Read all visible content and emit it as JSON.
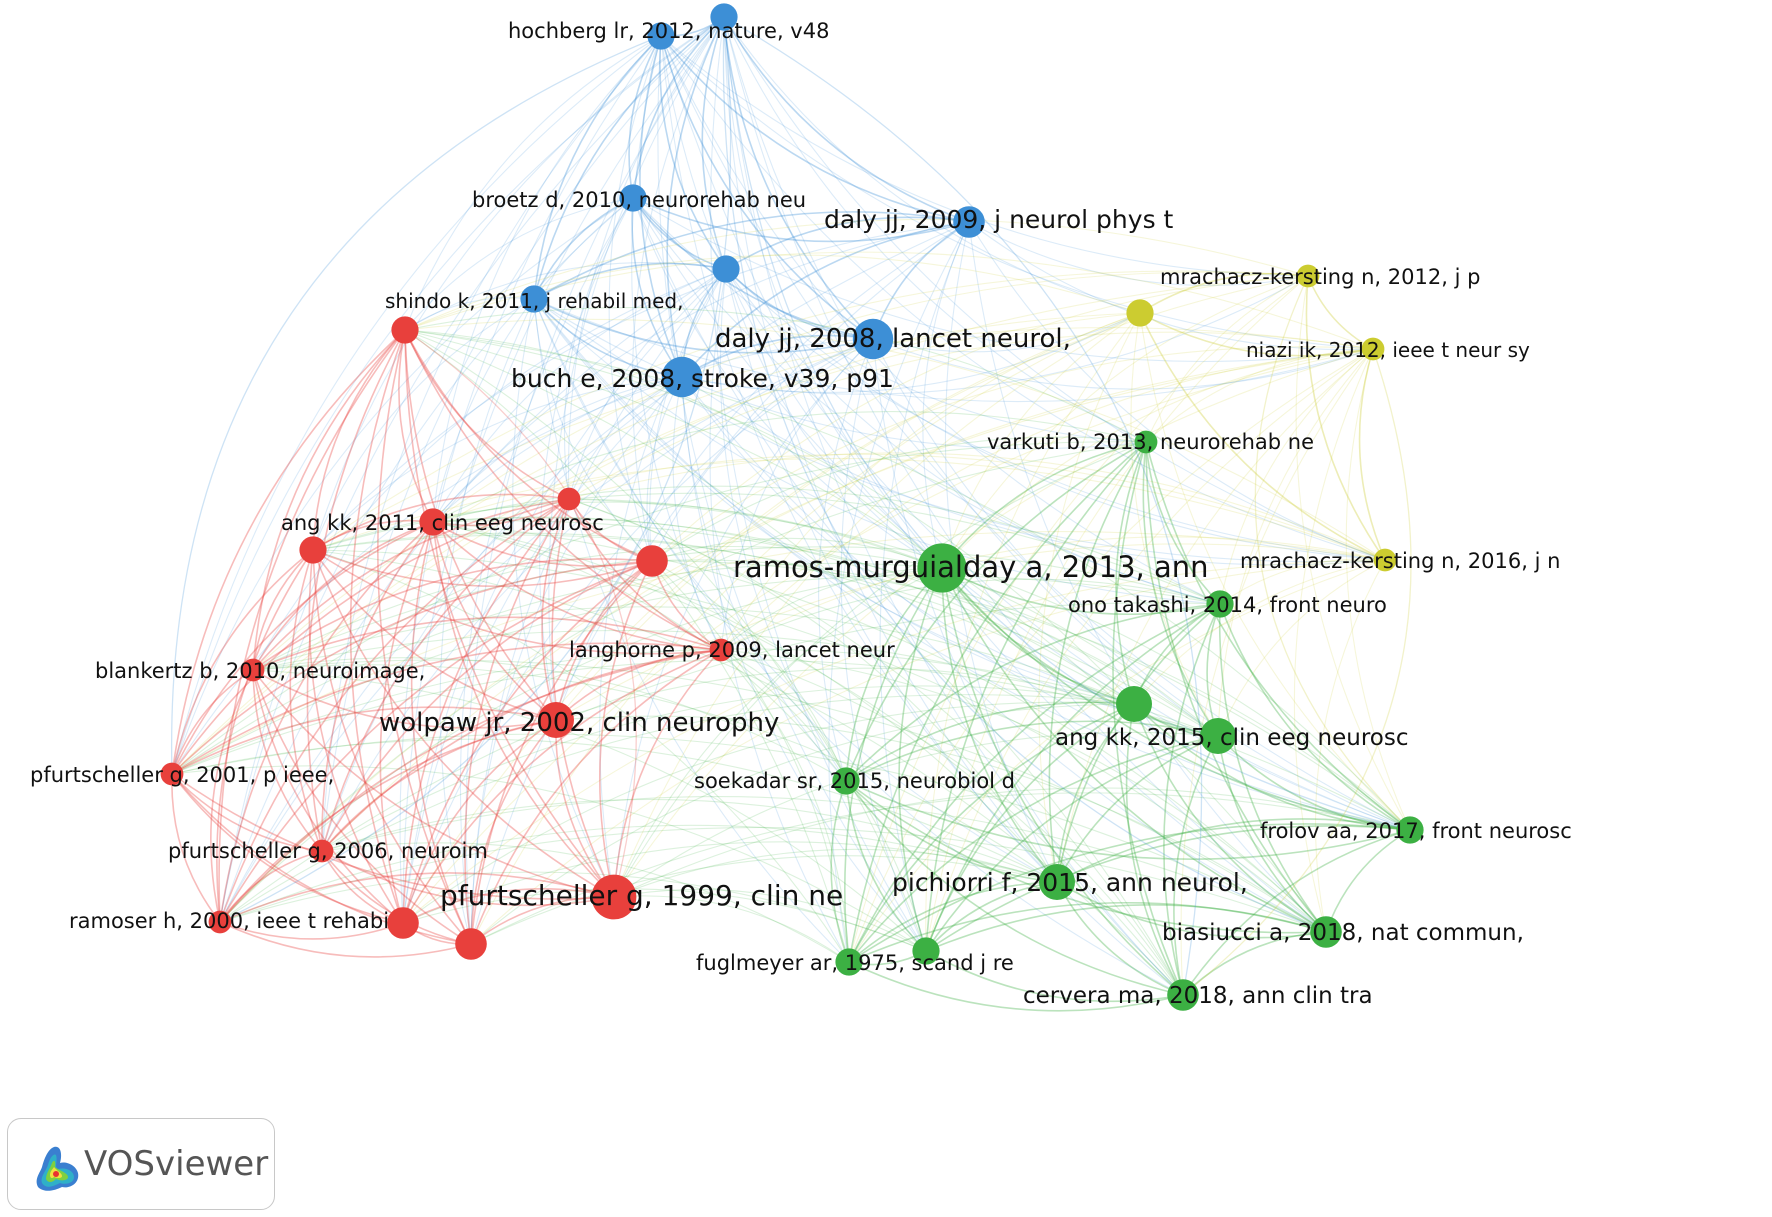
{
  "colors": {
    "red": "#e8403c",
    "green": "#3cb043",
    "blue": "#3d8fd6",
    "yellow": "#cccc30"
  },
  "brand": {
    "name": "VOSviewer",
    "icon": "vosviewer-density-logo-icon"
  },
  "nodes": [
    {
      "id": "hochberg",
      "label": "hochberg lr, 2012, nature, v48",
      "cluster": "blue",
      "weight": 3
    },
    {
      "id": "hochberg2",
      "label": "",
      "cluster": "blue",
      "weight": 3
    },
    {
      "id": "broetz",
      "label": "broetz d, 2010, neurorehab neu",
      "cluster": "blue",
      "weight": 3
    },
    {
      "id": "daly2009",
      "label": "daly jj, 2009, j neurol phys t",
      "cluster": "blue",
      "weight": 4
    },
    {
      "id": "bluemid",
      "label": "",
      "cluster": "blue",
      "weight": 3
    },
    {
      "id": "shindo",
      "label": "shindo k, 2011, j rehabil med,",
      "cluster": "blue",
      "weight": 3
    },
    {
      "id": "daly2008",
      "label": "daly jj, 2008, lancet neurol,",
      "cluster": "blue",
      "weight": 6
    },
    {
      "id": "buch",
      "label": "buch e, 2008, stroke, v39, p91",
      "cluster": "blue",
      "weight": 6
    },
    {
      "id": "mrachacz2012",
      "label": "mrachacz-kersting n, 2012, j p",
      "cluster": "yellow",
      "weight": 2
    },
    {
      "id": "yellowmid",
      "label": "",
      "cluster": "yellow",
      "weight": 3
    },
    {
      "id": "niazi",
      "label": "niazi ik, 2012, ieee t neur sy",
      "cluster": "yellow",
      "weight": 2
    },
    {
      "id": "mrachacz2016",
      "label": "mrachacz-kersting n, 2016, j n",
      "cluster": "yellow",
      "weight": 2
    },
    {
      "id": "varkuti",
      "label": "varkuti b, 2013, neurorehab ne",
      "cluster": "green",
      "weight": 2
    },
    {
      "id": "ramos",
      "label": "ramos-murguialday a, 2013, ann",
      "cluster": "green",
      "weight": 8
    },
    {
      "id": "ono",
      "label": "ono takashi, 2014, front neuro",
      "cluster": "green",
      "weight": 3
    },
    {
      "id": "greenmid",
      "label": "",
      "cluster": "green",
      "weight": 5
    },
    {
      "id": "ang2015",
      "label": "ang kk, 2015, clin eeg neurosc",
      "cluster": "green",
      "weight": 5
    },
    {
      "id": "soekadar",
      "label": "soekadar sr, 2015, neurobiol d",
      "cluster": "green",
      "weight": 3
    },
    {
      "id": "frolov",
      "label": "frolov aa, 2017, front neurosc",
      "cluster": "green",
      "weight": 3
    },
    {
      "id": "pichiorri",
      "label": "pichiorri f, 2015, ann neurol,",
      "cluster": "green",
      "weight": 5
    },
    {
      "id": "biasiucci",
      "label": "biasiucci a, 2018, nat commun,",
      "cluster": "green",
      "weight": 4
    },
    {
      "id": "fuglmeyer",
      "label": "fuglmeyer ar, 1975, scand j re",
      "cluster": "green",
      "weight": 3
    },
    {
      "id": "fugl2",
      "label": "",
      "cluster": "green",
      "weight": 3
    },
    {
      "id": "cervera",
      "label": "cervera ma, 2018, ann clin tra",
      "cluster": "green",
      "weight": 4
    },
    {
      "id": "shindored",
      "label": "",
      "cluster": "red",
      "weight": 3
    },
    {
      "id": "ang2011",
      "label": "ang kk, 2011, clin eeg neurosc",
      "cluster": "red",
      "weight": 3
    },
    {
      "id": "redtop",
      "label": "",
      "cluster": "red",
      "weight": 2
    },
    {
      "id": "redleft",
      "label": "",
      "cluster": "red",
      "weight": 3
    },
    {
      "id": "redmid",
      "label": "",
      "cluster": "red",
      "weight": 4
    },
    {
      "id": "langhorne",
      "label": "langhorne p, 2009, lancet neur",
      "cluster": "red",
      "weight": 2
    },
    {
      "id": "blankertz",
      "label": "blankertz b, 2010, neuroimage,",
      "cluster": "red",
      "weight": 2
    },
    {
      "id": "wolpaw",
      "label": "wolpaw jr, 2002, clin neurophy",
      "cluster": "red",
      "weight": 5
    },
    {
      "id": "pfurt2001",
      "label": "pfurtscheller g, 2001, p ieee,",
      "cluster": "red",
      "weight": 2
    },
    {
      "id": "pfurt2006",
      "label": "pfurtscheller g, 2006, neuroim",
      "cluster": "red",
      "weight": 2
    },
    {
      "id": "pfurt1999",
      "label": "pfurtscheller g, 1999, clin ne",
      "cluster": "red",
      "weight": 7
    },
    {
      "id": "ramoser",
      "label": "ramoser h, 2000, ieee t rehabi",
      "cluster": "red",
      "weight": 2
    },
    {
      "id": "redbot1",
      "label": "",
      "cluster": "red",
      "weight": 4
    },
    {
      "id": "redbot2",
      "label": "",
      "cluster": "red",
      "weight": 4
    }
  ]
}
